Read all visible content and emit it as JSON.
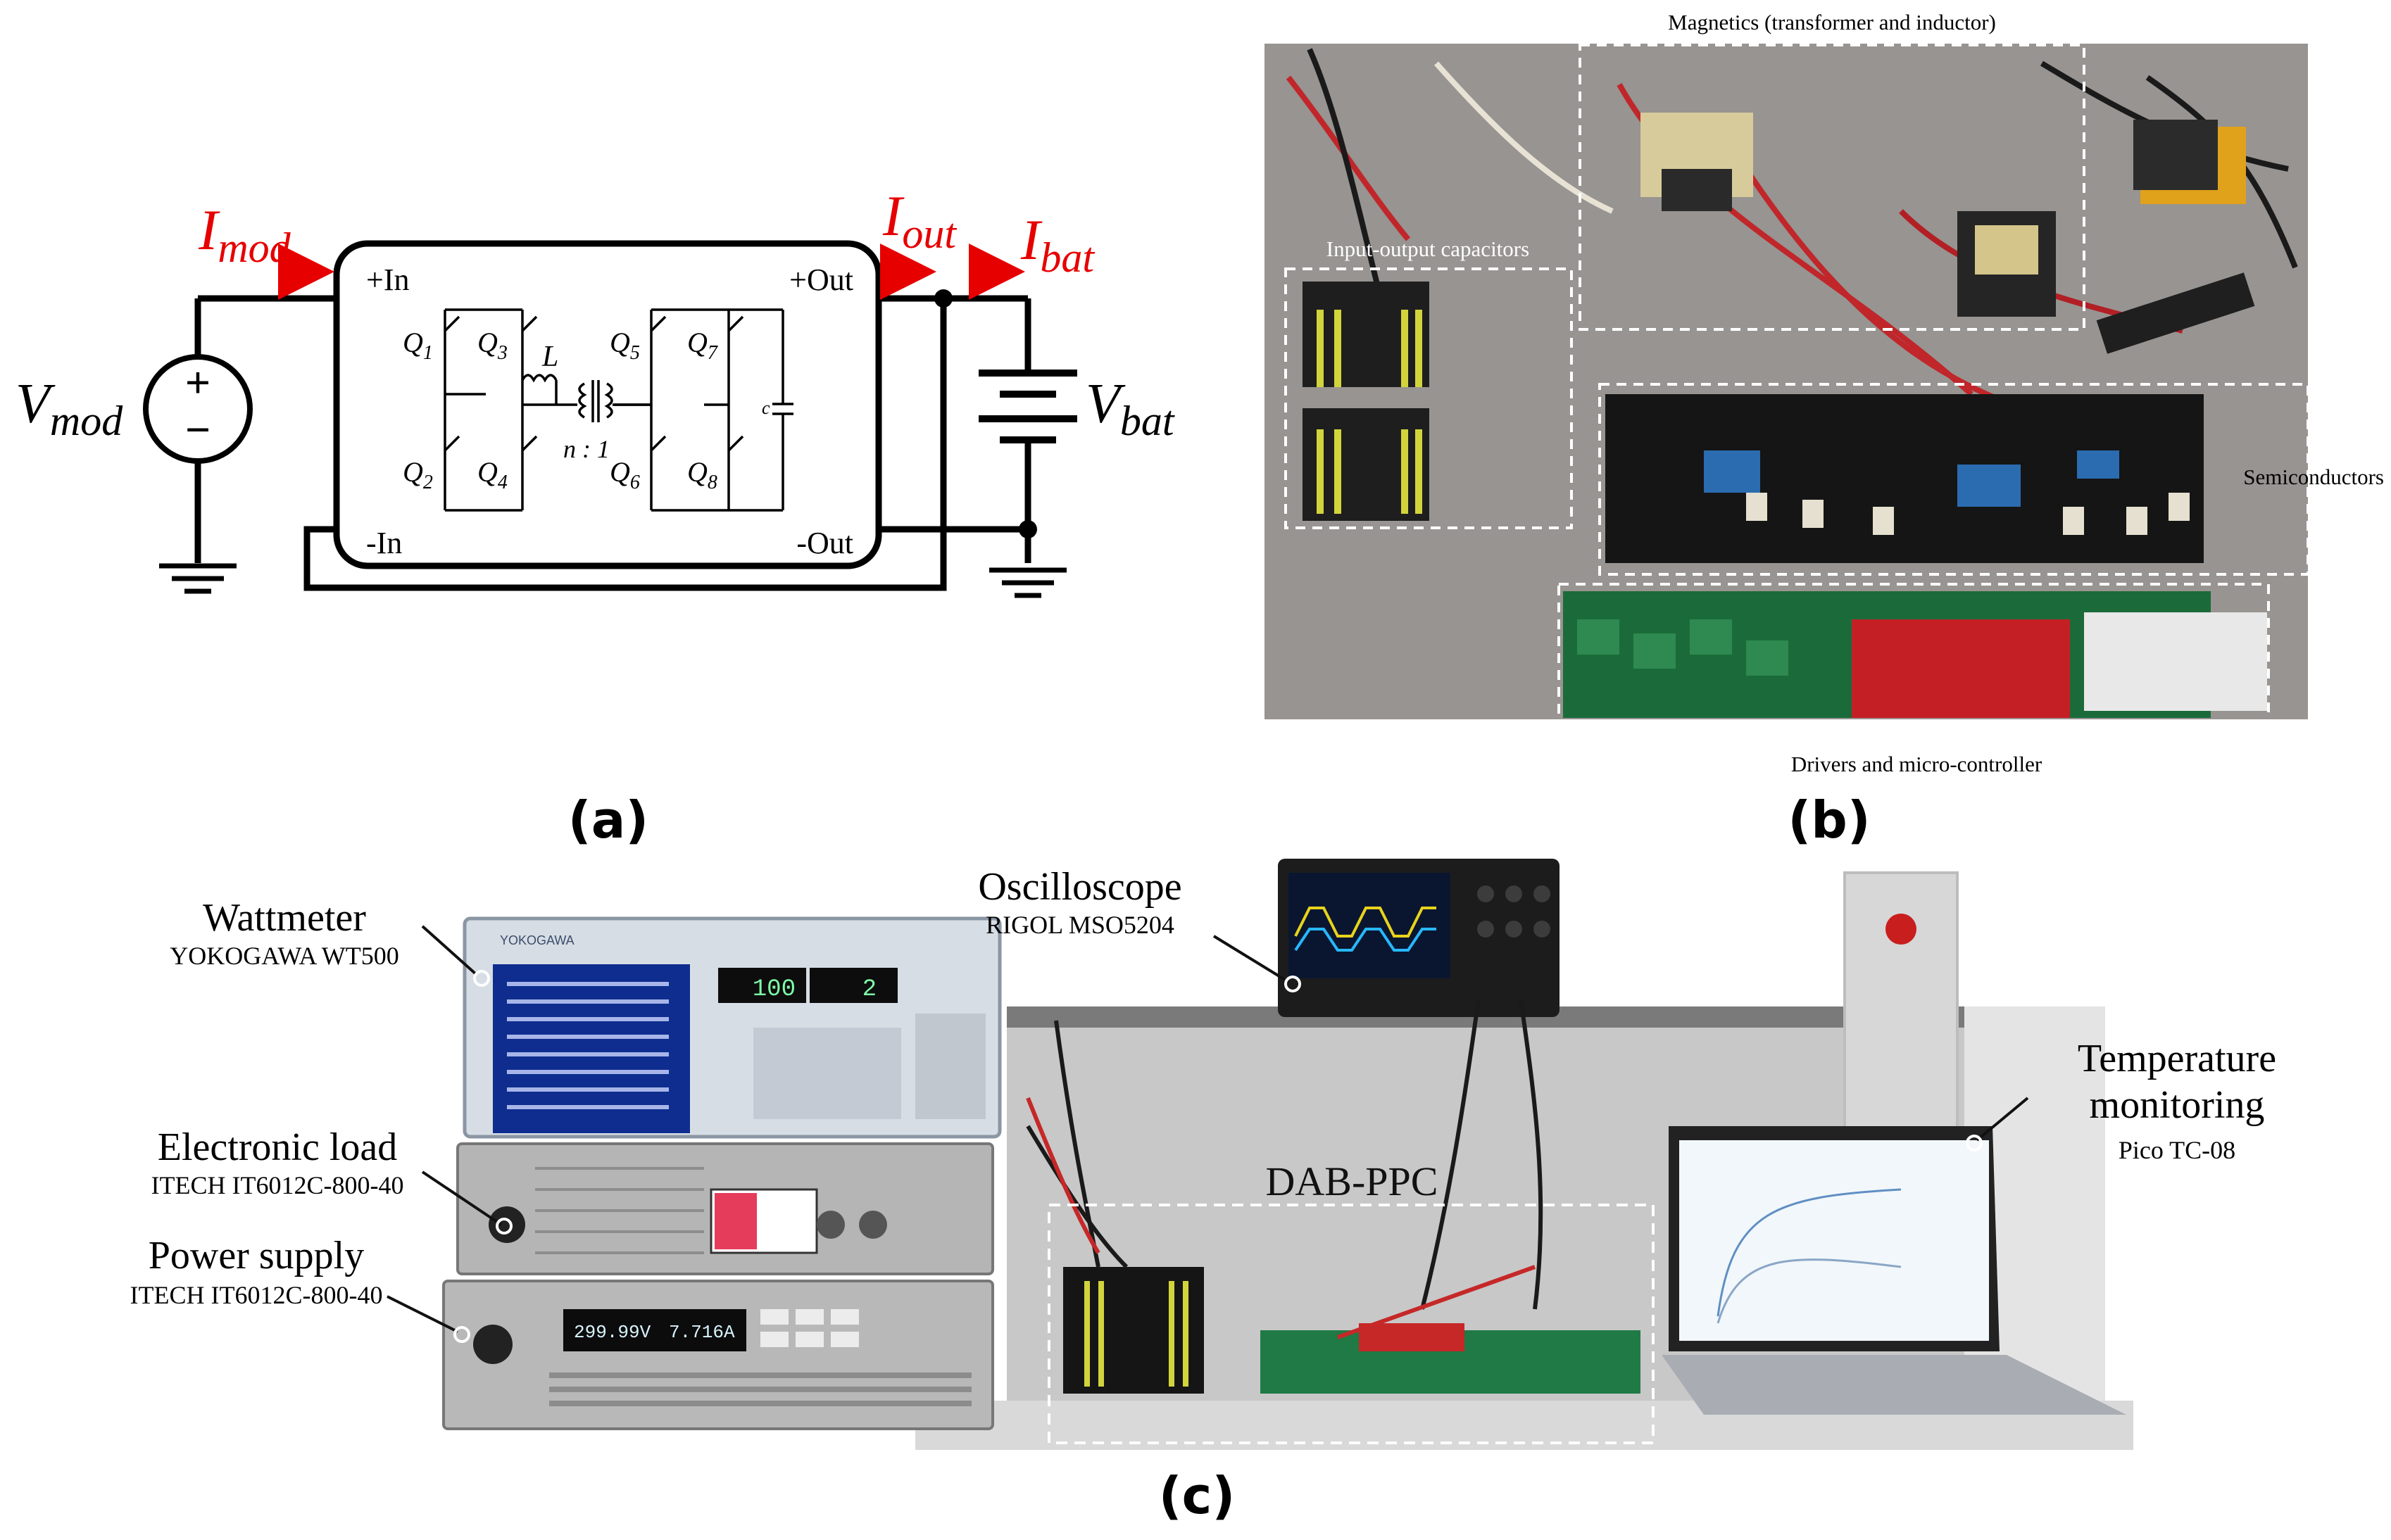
{
  "panel_a": {
    "label": "(a)",
    "currents": {
      "mod": {
        "sym": "I",
        "sub": "mod"
      },
      "out": {
        "sym": "I",
        "sub": "out"
      },
      "bat": {
        "sym": "I",
        "sub": "bat"
      }
    },
    "voltages": {
      "mod": {
        "sym": "V",
        "sub": "mod"
      },
      "bat": {
        "sym": "V",
        "sub": "bat"
      }
    },
    "terminals": {
      "pos_in": "+In",
      "neg_in": "-In",
      "pos_out": "+Out",
      "neg_out": "-Out"
    },
    "switches": [
      {
        "sym": "Q",
        "sub": "1"
      },
      {
        "sym": "Q",
        "sub": "2"
      },
      {
        "sym": "Q",
        "sub": "3"
      },
      {
        "sym": "Q",
        "sub": "4"
      },
      {
        "sym": "Q",
        "sub": "5"
      },
      {
        "sym": "Q",
        "sub": "6"
      },
      {
        "sym": "Q",
        "sub": "7"
      },
      {
        "sym": "Q",
        "sub": "8"
      }
    ],
    "inductor": "L",
    "ratio": "n : 1",
    "capacitor": "c",
    "source_plus": "+",
    "source_minus": "−",
    "colors": {
      "current": "#e60000",
      "wire": "#000000"
    }
  },
  "panel_b": {
    "label": "(b)",
    "regions": {
      "magnetics": "Magnetics (transformer and inductor)",
      "capacitors": "Input-output capacitors",
      "semiconductors": "Semiconductors",
      "drivers": "Drivers and micro-controller"
    }
  },
  "panel_c": {
    "label": "(c)",
    "wattmeter": {
      "name": "Wattmeter",
      "model": "YOKOGAWA WT500",
      "brand": "YOKOGAWA",
      "readout1": "100",
      "readout2": "2"
    },
    "electronic_load": {
      "name": "Electronic load",
      "model": "ITECH IT6012C-800-40"
    },
    "power_supply": {
      "name": "Power supply",
      "model": "ITECH IT6012C-800-40",
      "readout1": "299.99V",
      "readout2": "7.716A"
    },
    "oscilloscope": {
      "name": "Oscilloscope",
      "model": "RIGOL MSO5204"
    },
    "temperature": {
      "name1": "Temperature",
      "name2": "monitoring",
      "model": "Pico TC-08"
    },
    "dut": "DAB-PPC"
  }
}
